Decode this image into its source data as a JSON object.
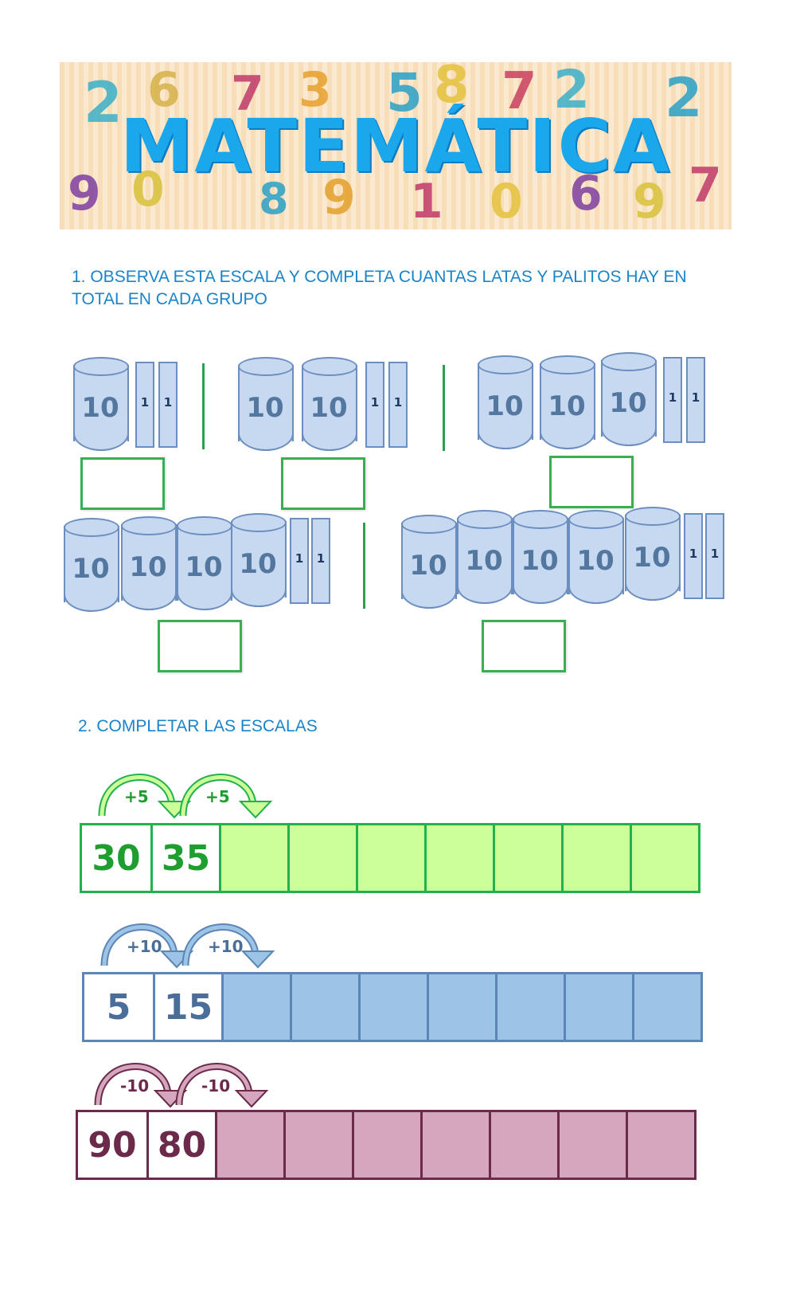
{
  "banner": {
    "title": "MATEMÁTICA"
  },
  "section1": {
    "instruction": "1. OBSERVA ESTA ESCALA Y COMPLETA CUANTAS LATAS Y PALITOS HAY EN TOTAL EN CADA GRUPO",
    "can_label": "10",
    "stick_label": "1"
  },
  "section2": {
    "instruction": "2. COMPLETAR LAS ESCALAS",
    "scales": [
      {
        "color_fill": "#ccff99",
        "color_border": "#22b14c",
        "color_text": "#1d9e2f",
        "step": "+5",
        "values": [
          "30",
          "35"
        ]
      },
      {
        "color_fill": "#9dc3e6",
        "color_border": "#5b86b5",
        "color_text": "#4a6e98",
        "step": "+10",
        "values": [
          "5",
          "15"
        ]
      },
      {
        "color_fill": "#d5a6bd",
        "color_border": "#6b2a4a",
        "color_text": "#6b2a4a",
        "step": "-10",
        "values": [
          "90",
          "80"
        ]
      }
    ]
  }
}
